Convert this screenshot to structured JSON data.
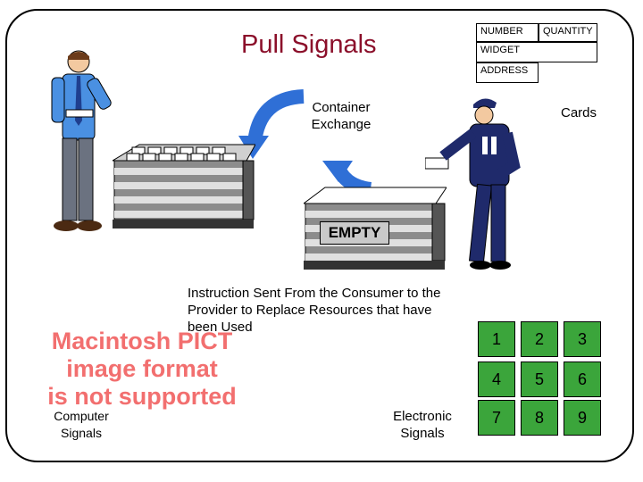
{
  "title": "Pull Signals",
  "kanban_card": {
    "number_label": "NUMBER",
    "quantity_label": "QUANTITY",
    "widget_label": "WIDGET",
    "address_label": "ADDRESS"
  },
  "labels": {
    "container_exchange": "Container\nExchange",
    "cards": "Cards",
    "empty_sign": "EMPTY",
    "instruction": "Instruction Sent From the Consumer to the Provider to Replace Resources that have been Used",
    "computer_signals": "Computer\nSignals",
    "electronic_signals": "Electronic\nSignals"
  },
  "pict_notice": "Macintosh PICT\nimage format\nis not supported",
  "keypad": {
    "keys": [
      "1",
      "2",
      "3",
      "4",
      "5",
      "6",
      "7",
      "8",
      "9"
    ],
    "color": "#3ba53b"
  },
  "colors": {
    "title": "#8b0f2a",
    "arrow": "#2f6fd6",
    "pict_text": "#f26f6f",
    "shirt": "#4a90e2",
    "tie": "#1f3f8f",
    "worker_uniform": "#1f2a6b"
  }
}
